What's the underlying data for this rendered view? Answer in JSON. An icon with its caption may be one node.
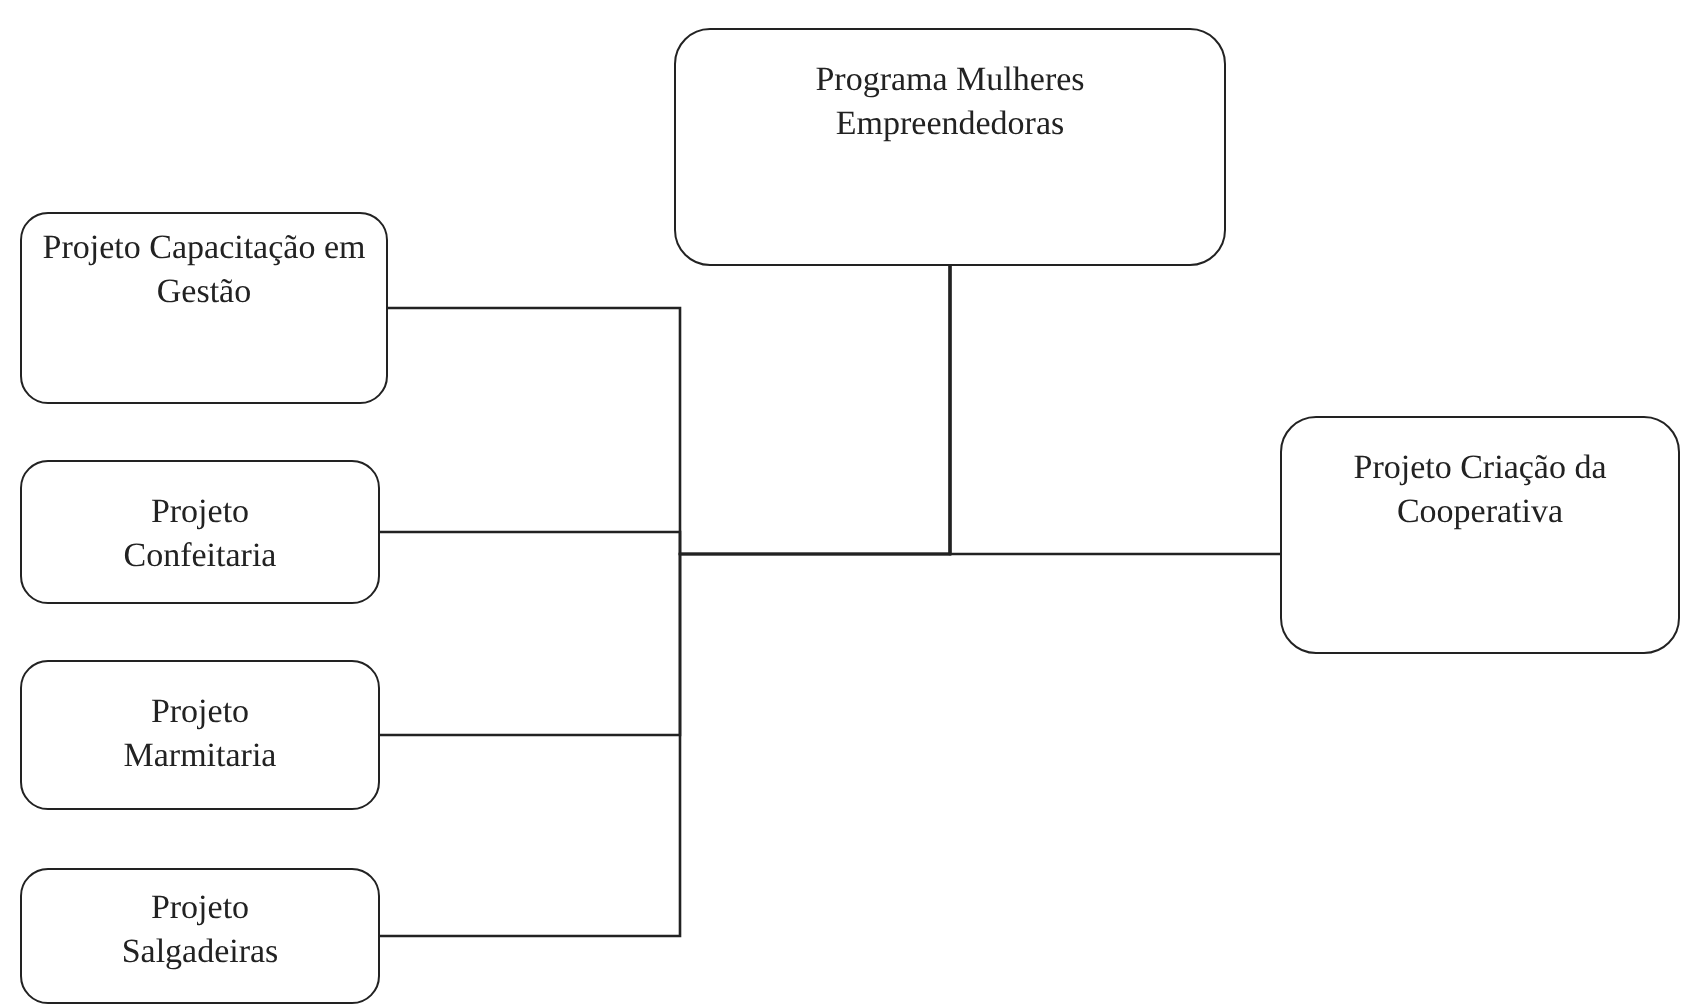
{
  "diagram": {
    "nodes": [
      {
        "text": [
          "Programa Mulheres Empreendedoras"
        ]
      },
      {
        "text": [
          "Projeto Capacitação em Gestão"
        ]
      },
      {
        "text": [
          "Projeto Confeitaria"
        ]
      },
      {
        "text": [
          "Projeto Marmitaria"
        ]
      },
      {
        "text": [
          "Projeto Salgadeiras"
        ]
      },
      {
        "text": [
          "Projeto Criação da Cooperativa"
        ]
      }
    ],
    "edges": [
      {
        "from": 0,
        "to": 1,
        "arrow": "none"
      },
      {
        "from": 0,
        "to": 2,
        "arrow": "none"
      },
      {
        "from": 0,
        "to": 3,
        "arrow": "none"
      },
      {
        "from": 0,
        "to": 4,
        "arrow": "none"
      },
      {
        "from": 0,
        "to": 5,
        "arrow": "none"
      }
    ]
  }
}
